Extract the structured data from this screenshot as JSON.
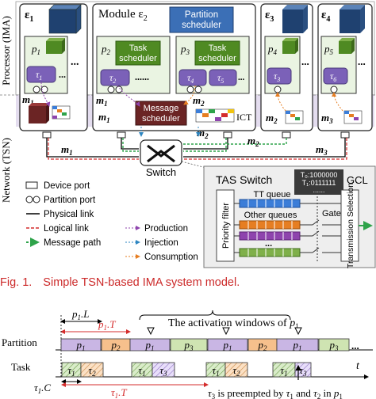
{
  "layers": {
    "processor": "Processor (IMA)",
    "network": "Network (TSN)"
  },
  "modules": {
    "e1": {
      "label": "ε",
      "sub": "1"
    },
    "e2": {
      "label": "Module ε",
      "sub": "2"
    },
    "e3": {
      "label": "ε",
      "sub": "3"
    },
    "e4": {
      "label": "ε",
      "sub": "4"
    }
  },
  "partition_scheduler": [
    "Partition",
    "scheduler"
  ],
  "task_scheduler": [
    "Task",
    "scheduler"
  ],
  "message_scheduler": [
    "Message",
    "scheduler"
  ],
  "ict": "ICT",
  "partitions": {
    "p1": {
      "base": "p",
      "sub": "1"
    },
    "p2": {
      "base": "p",
      "sub": "2"
    },
    "p3": {
      "base": "p",
      "sub": "3"
    },
    "p4": {
      "base": "p",
      "sub": "4"
    },
    "p5": {
      "base": "p",
      "sub": "5"
    }
  },
  "tasks": {
    "t1": {
      "base": "τ",
      "sub": "1"
    },
    "t2": {
      "base": "τ",
      "sub": "2"
    },
    "t3": {
      "base": "τ",
      "sub": "3"
    },
    "t4": {
      "base": "τ",
      "sub": "4"
    },
    "t5": {
      "base": "τ",
      "sub": "5"
    },
    "t6": {
      "base": "τ",
      "sub": "6"
    }
  },
  "messages": {
    "m1": {
      "base": "m",
      "sub": "1"
    },
    "m2": {
      "base": "m",
      "sub": "2"
    },
    "m3": {
      "base": "m",
      "sub": "3"
    }
  },
  "ellipsis": "...",
  "dots": "......",
  "switch": "Switch",
  "legend": {
    "device_port": "Device port",
    "partition_port": "Partition port",
    "physical_link": "Physical link",
    "logical_link": "Logical link",
    "message_path": "Message path",
    "production": "Production",
    "injection": "Injection",
    "consumption": "Consumption"
  },
  "tas": {
    "title": "TAS Switch",
    "gcl": "GCL",
    "gcl_line1": "T₀:1000000",
    "gcl_line2": "T₁:0111111",
    "gcl_dots": "......",
    "tt_queue": "TT queue",
    "other_queues": "Other queues",
    "gate": "Gate",
    "priority_filter": "Priority filter",
    "transmission_selection": "Transmission Selection"
  },
  "caption": {
    "number": "Fig. 1.",
    "text": "Simple TSN-based IMA system model."
  },
  "timeline": {
    "row_partition": "Partition",
    "row_task": "Task",
    "axis_t": "t",
    "window_label": "The activation windows of",
    "window_p": {
      "base": "p",
      "sub": "1"
    },
    "p1_L": {
      "base": "p",
      "sub": "1",
      "suffix": ".L"
    },
    "p1_T": {
      "base": "p",
      "sub": "1",
      "suffix": ".T"
    },
    "t1_C": {
      "base": "τ",
      "sub": "1",
      "suffix": ".C"
    },
    "t1_T": {
      "base": "τ",
      "sub": "1",
      "suffix": ".T"
    },
    "preempt": {
      "a": "τ",
      "a_sub": "3",
      "text1": " is preempted by ",
      "b": "τ",
      "b_sub": "1",
      "text2": " and ",
      "c": "τ",
      "c_sub": "2",
      "text3": " in ",
      "d": "p",
      "d_sub": "1"
    },
    "partition_slots": [
      {
        "p": "p",
        "sub": "1",
        "color": "#c9b6e4"
      },
      {
        "p": "p",
        "sub": "2",
        "color": "#f6c08c"
      },
      {
        "p": "p",
        "sub": "1",
        "color": "#c9b6e4"
      },
      {
        "p": "p",
        "sub": "3",
        "color": "#cfe4b2"
      },
      {
        "p": "p",
        "sub": "1",
        "color": "#c9b6e4"
      },
      {
        "p": "p",
        "sub": "2",
        "color": "#f6c08c"
      },
      {
        "p": "p",
        "sub": "1",
        "color": "#c9b6e4"
      },
      {
        "p": "p",
        "sub": "3",
        "color": "#cfe4b2"
      }
    ],
    "task_slots": [
      {
        "t": "τ",
        "sub": "1"
      },
      {
        "t": "τ",
        "sub": "2"
      },
      {
        "t": "τ",
        "sub": "1"
      },
      {
        "t": "τ",
        "sub": "3"
      },
      {
        "t": "τ",
        "sub": "1"
      },
      {
        "t": "τ",
        "sub": "2"
      },
      {
        "t": "τ",
        "sub": "1"
      },
      {
        "t": "τ",
        "sub": "3"
      }
    ]
  },
  "colors": {
    "task_box": "#7b61b8",
    "partition_box": "#eaf4e2",
    "processor_band": "#e4ddef",
    "message_box": "#6b2424",
    "logical_link": "#d42c2c",
    "message_path": "#2ea34a",
    "production": "#8e44ad",
    "injection": "#2e86c1",
    "consumption": "#e67e22",
    "p1_color": "#c9b6e4",
    "p2_color": "#f6c08c",
    "p3_color": "#cfe4b2"
  }
}
